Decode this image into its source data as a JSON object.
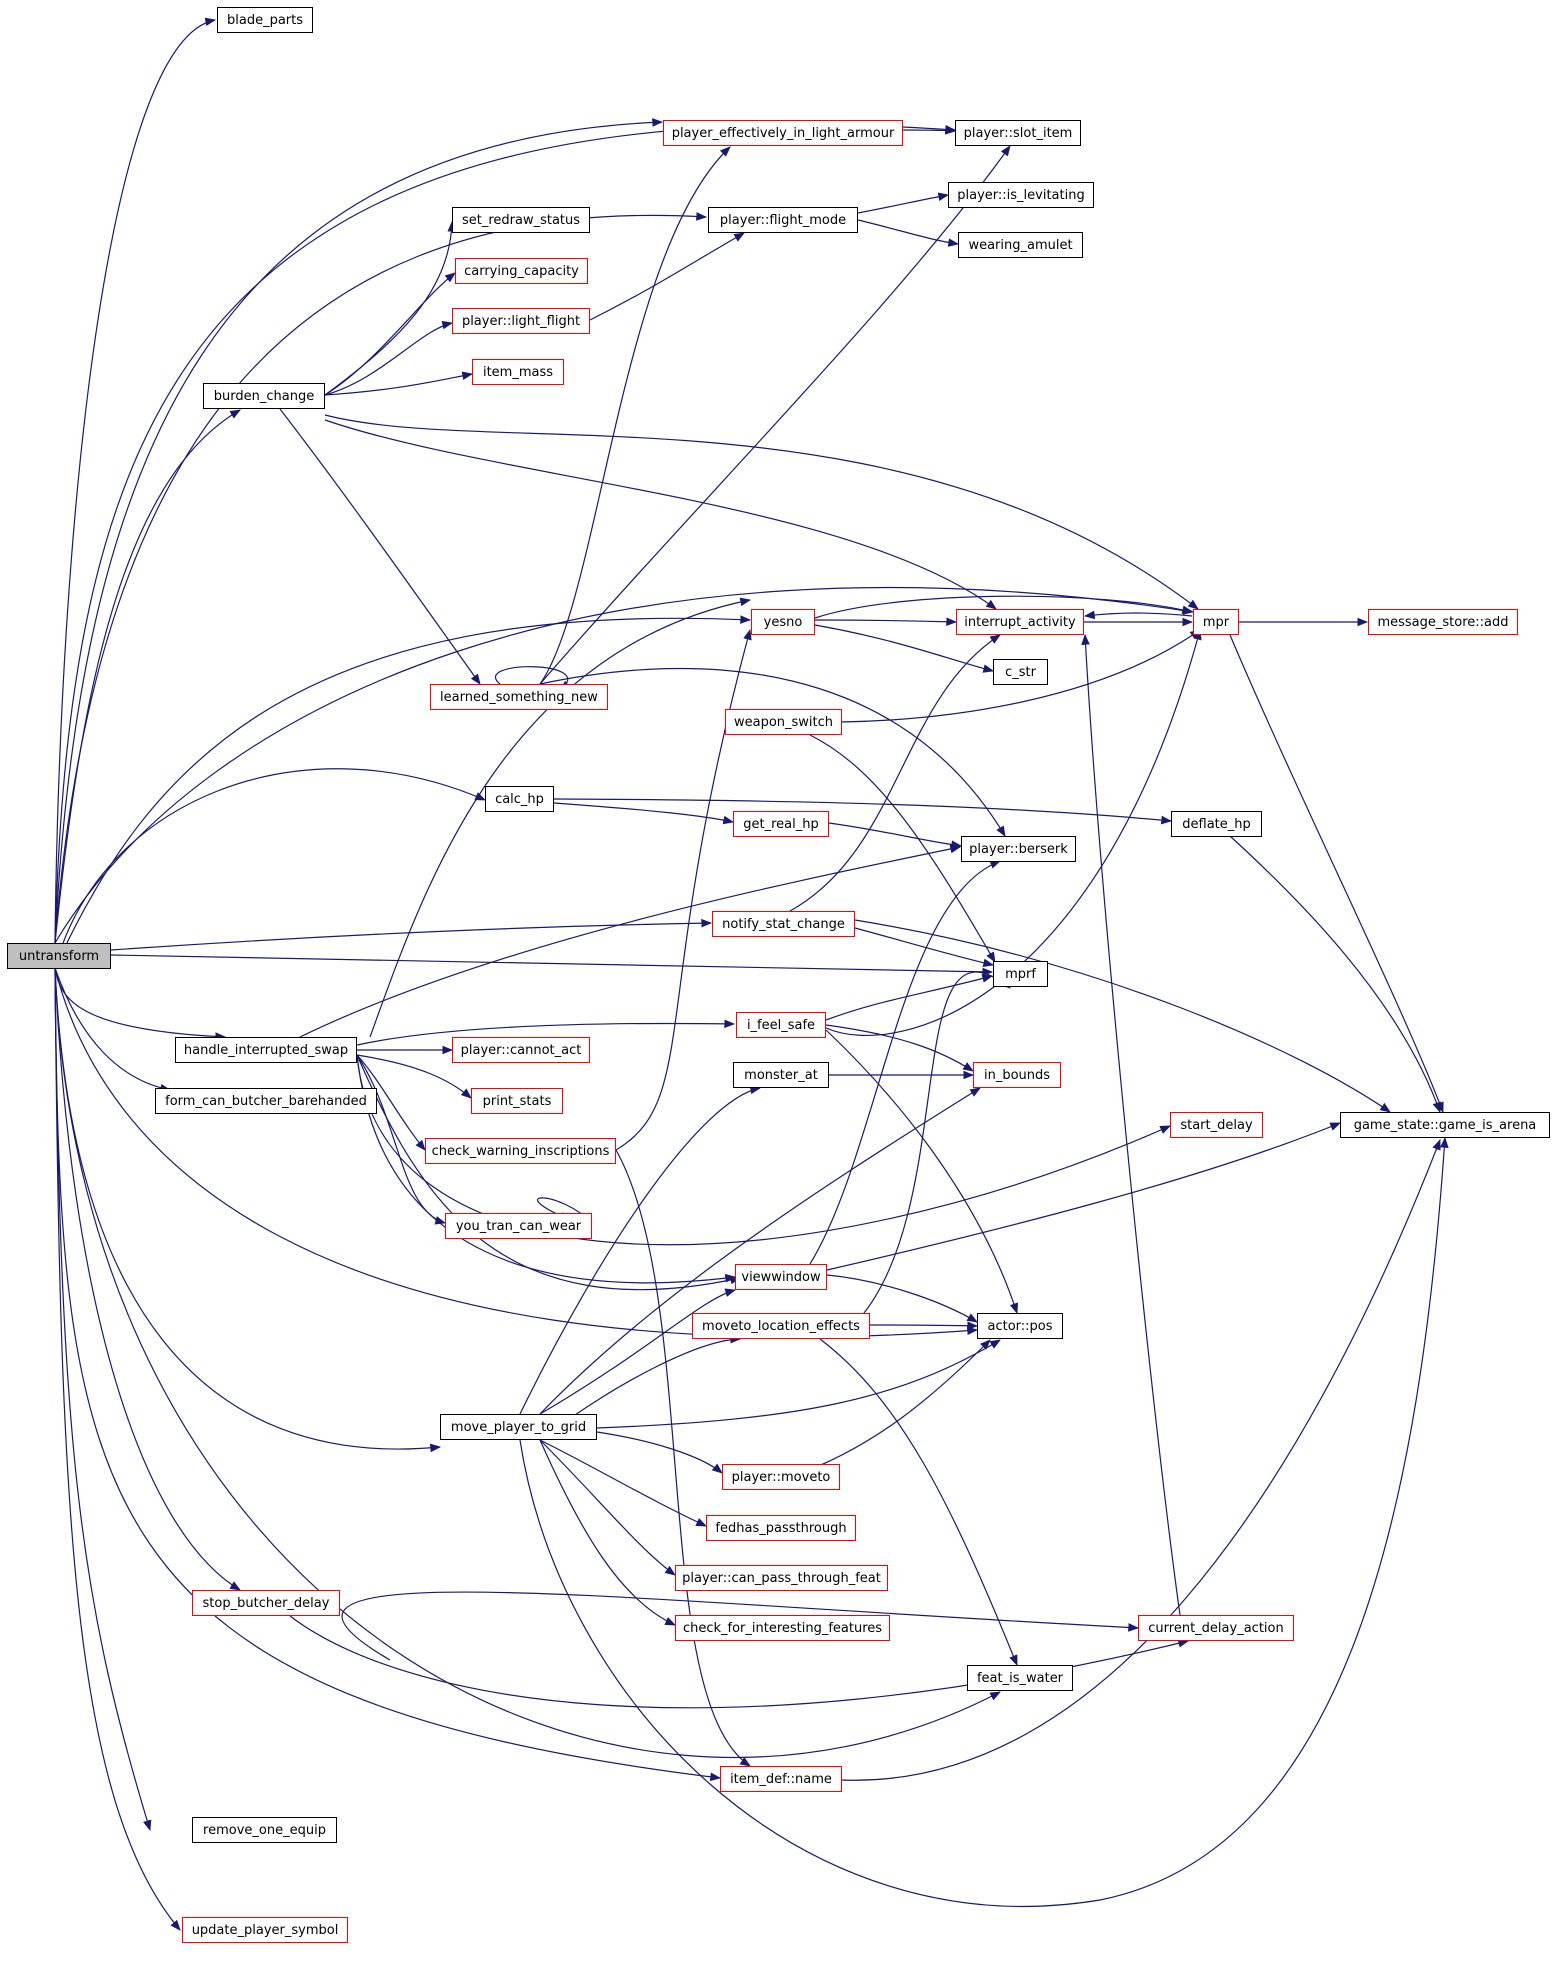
{
  "colors": {
    "edge": "#191970",
    "border_plain": "#000000",
    "border_incomplete": "#ff0000",
    "root_fill": "#bfbfbf"
  },
  "nodes": {
    "untransform": "untransform",
    "blade_parts": "blade_parts",
    "player_effectively_in_light_armour": "player_effectively_in_light_armour",
    "player_slot_item": "player::slot_item",
    "player_flight_mode": "player::flight_mode",
    "player_is_levitating": "player::is_levitating",
    "wearing_amulet": "wearing_amulet",
    "set_redraw_status": "set_redraw_status",
    "carrying_capacity": "carrying_capacity",
    "player_light_flight": "player::light_flight",
    "item_mass": "item_mass",
    "burden_change": "burden_change",
    "yesno": "yesno",
    "interrupt_activity": "interrupt_activity",
    "mpr": "mpr",
    "message_store_add": "message_store::add",
    "c_str": "c_str",
    "learned_something_new": "learned_something_new",
    "weapon_switch": "weapon_switch",
    "calc_hp": "calc_hp",
    "deflate_hp": "deflate_hp",
    "get_real_hp": "get_real_hp",
    "player_berserk": "player::berserk",
    "notify_stat_change": "notify_stat_change",
    "mprf": "mprf",
    "handle_interrupted_swap": "handle_interrupted_swap",
    "i_feel_safe": "i_feel_safe",
    "player_cannot_act": "player::cannot_act",
    "form_can_butcher_barehanded": "form_can_butcher_barehanded",
    "monster_at": "monster_at",
    "in_bounds": "in_bounds",
    "print_stats": "print_stats",
    "start_delay": "start_delay",
    "game_state_game_is_arena": "game_state::game_is_arena",
    "check_warning_inscriptions": "check_warning_inscriptions",
    "you_tran_can_wear": "you_tran_can_wear",
    "viewwindow": "viewwindow",
    "moveto_location_effects": "moveto_location_effects",
    "actor_pos": "actor::pos",
    "move_player_to_grid": "move_player_to_grid",
    "player_moveto": "player::moveto",
    "fedhas_passthrough": "fedhas_passthrough",
    "player_can_pass_through_feat": "player::can_pass_through_feat",
    "stop_butcher_delay": "stop_butcher_delay",
    "check_for_interesting_features": "check_for_interesting_features",
    "current_delay_action": "current_delay_action",
    "feat_is_water": "feat_is_water",
    "item_def_name": "item_def::name",
    "remove_one_equip": "remove_one_equip",
    "update_player_symbol": "update_player_symbol"
  }
}
